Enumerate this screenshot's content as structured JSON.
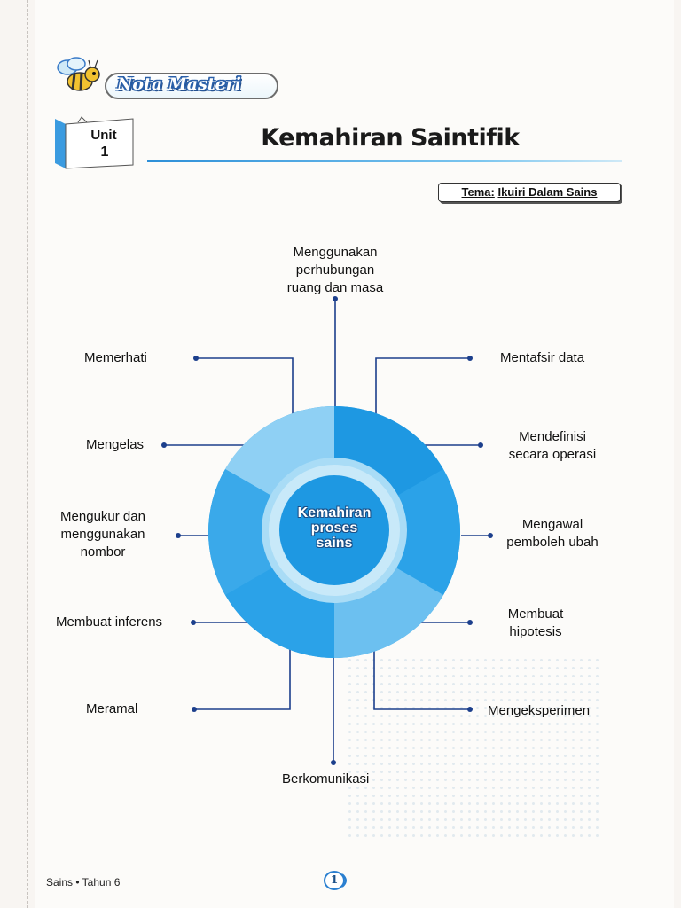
{
  "header": {
    "banner": "Nota Masteri",
    "unit_label": "Unit",
    "unit_number": "1",
    "title": "Kemahiran Saintifik",
    "theme_prefix": "Tema:",
    "theme_value": "Ikuiri Dalam Sains"
  },
  "diagram": {
    "center_line1": "Kemahiran",
    "center_line2": "proses",
    "center_line3": "sains",
    "skills": {
      "top": [
        "Menggunakan",
        "perhubungan",
        "ruang dan masa"
      ],
      "memerhati": "Memerhati",
      "mengelas": "Mengelas",
      "mengukur": [
        "Mengukur dan",
        "menggunakan",
        "nombor"
      ],
      "inferens": "Membuat inferens",
      "meramal": "Meramal",
      "berkomunikasi": "Berkomunikasi",
      "mentafsir": "Mentafsir data",
      "mendefinisi": [
        "Mendefinisi",
        "secara operasi"
      ],
      "mengawal": [
        "Mengawal",
        "pemboleh ubah"
      ],
      "hipotesis": [
        "Membuat",
        "hipotesis"
      ],
      "mengeksperimen": "Mengeksperimen"
    },
    "colors": {
      "dark_blue": "#1e9ae4",
      "mid_blue": "#40aeea",
      "light_blue": "#8fd0f4",
      "line": "#1c3f8c"
    }
  },
  "footer": {
    "book": "Sains • Tahun 6",
    "page": "1"
  }
}
